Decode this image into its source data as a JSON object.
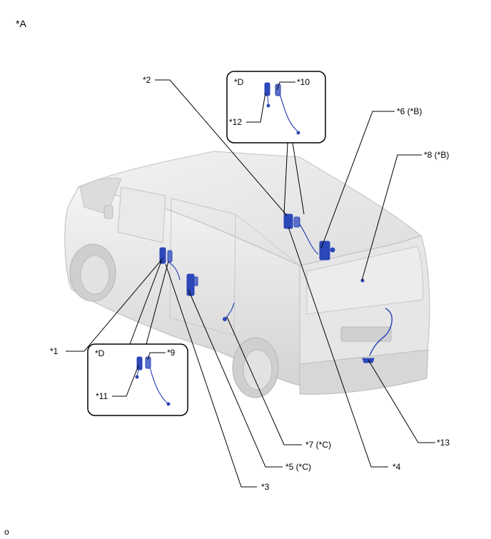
{
  "figure": {
    "view_label": "*A",
    "corner_mark": "o"
  },
  "callouts": {
    "c1": "*1",
    "c2": "*2",
    "c3": "*3",
    "c4": "*4",
    "c5": "*5 (*C)",
    "c6": "*6 (*B)",
    "c7": "*7 (*C)",
    "c8": "*8 (*B)",
    "c9": "*9",
    "c10": "*10",
    "c11": "*11",
    "c12": "*12",
    "c13": "*13"
  },
  "insets": {
    "upper": {
      "tag": "*D"
    },
    "lower": {
      "tag": "*D"
    }
  },
  "colors": {
    "van_body": "#e3e3e3",
    "van_outline": "#bdbdbd",
    "wire_harness": "#2c47b8",
    "leader": "#000000"
  }
}
